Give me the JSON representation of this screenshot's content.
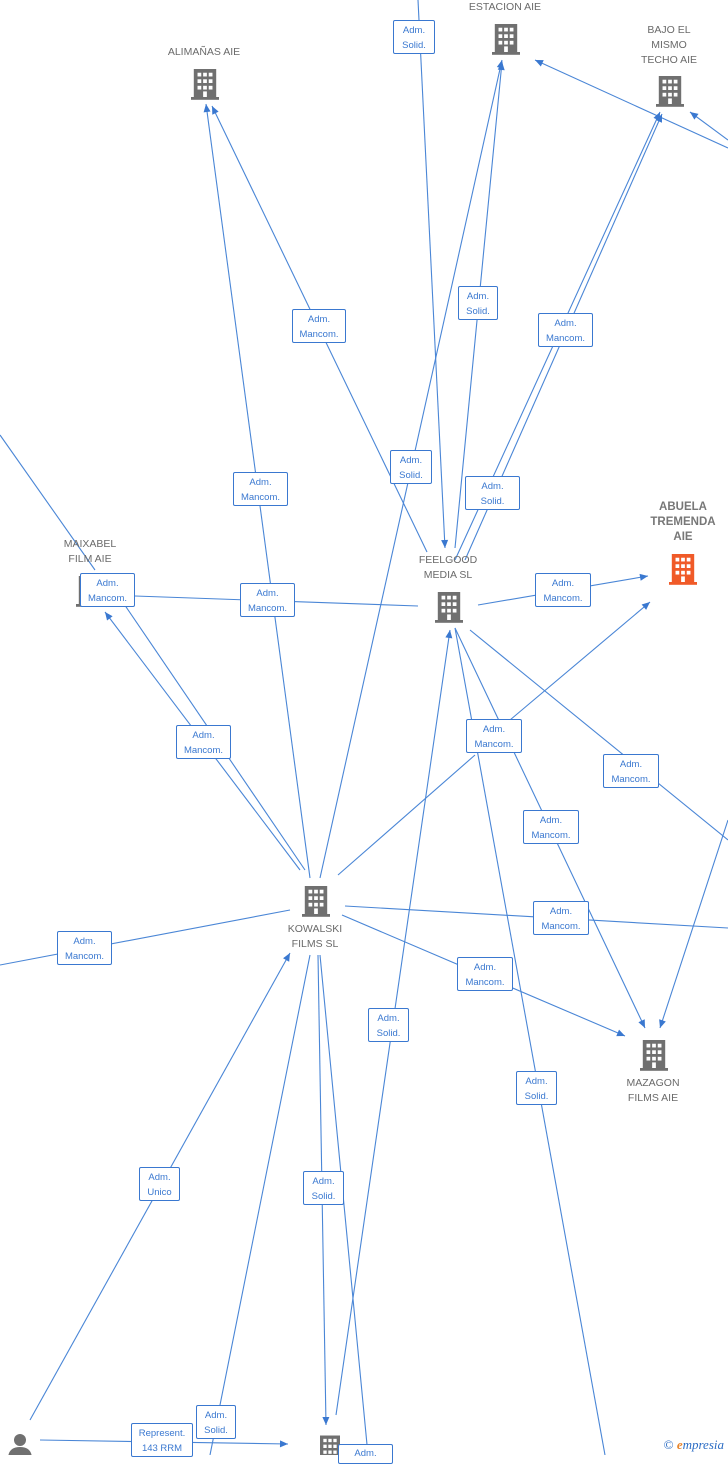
{
  "colors": {
    "edge": "#4a86d6",
    "building": "#707070",
    "highlight": "#f05a28",
    "label": "#6a6a6a"
  },
  "nodes": [
    {
      "id": "alimanas",
      "label": "ALIMAÑAS AIE",
      "icon": "building-icon"
    },
    {
      "id": "estacion",
      "label": "ESTACION AIE",
      "icon": "building-icon"
    },
    {
      "id": "bajo",
      "label": "BAJO EL\nMISMO\nTECHO AIE",
      "icon": "building-icon"
    },
    {
      "id": "abuela",
      "label": "ABUELA\nTREMENDA\nAIE",
      "icon": "building-icon",
      "highlight": true
    },
    {
      "id": "maixabel",
      "label": "MAIXABEL\nFILM AIE",
      "icon": "building-icon"
    },
    {
      "id": "feelgood",
      "label": "FEELGOOD\nMEDIA SL",
      "icon": "building-icon"
    },
    {
      "id": "kowalski",
      "label": "KOWALSKI\nFILMS SL",
      "icon": "building-icon"
    },
    {
      "id": "mazagon",
      "label": "MAZAGON\nFILMS AIE",
      "icon": "building-icon"
    },
    {
      "id": "bottom",
      "label": "",
      "icon": "building-icon"
    },
    {
      "id": "person",
      "label": "",
      "icon": "person-icon"
    }
  ],
  "roles": [
    "Adm.\nSolid.",
    "Adm.\nSolid.",
    "Adm.\nMancom.",
    "Adm.\nSolid.",
    "Adm.\nMancom.",
    "Adm.\nSolid.",
    "Adm.\nMancom.",
    "Adm.\nMancom.",
    "Adm.\nMancom.",
    "Adm.\nMancom.",
    "Adm.\nMancom.",
    "Adm.\nMancom.",
    "Adm.\nMancom.",
    "Adm.\nMancom.",
    "Adm.\nMancom.",
    "Adm.\nMancom.",
    "Adm.\nMancom.",
    "Adm.\nMancom.",
    "Adm.\nSolid.",
    "Adm.\nSolid.",
    "Adm.\nUnico",
    "Adm.\nSolid.",
    "Adm.\nSolid.",
    "Represent.\n143 RRM",
    "Adm."
  ],
  "watermark": {
    "copyright": "©",
    "brand_initial": "e",
    "brand_rest": "mpresia"
  }
}
